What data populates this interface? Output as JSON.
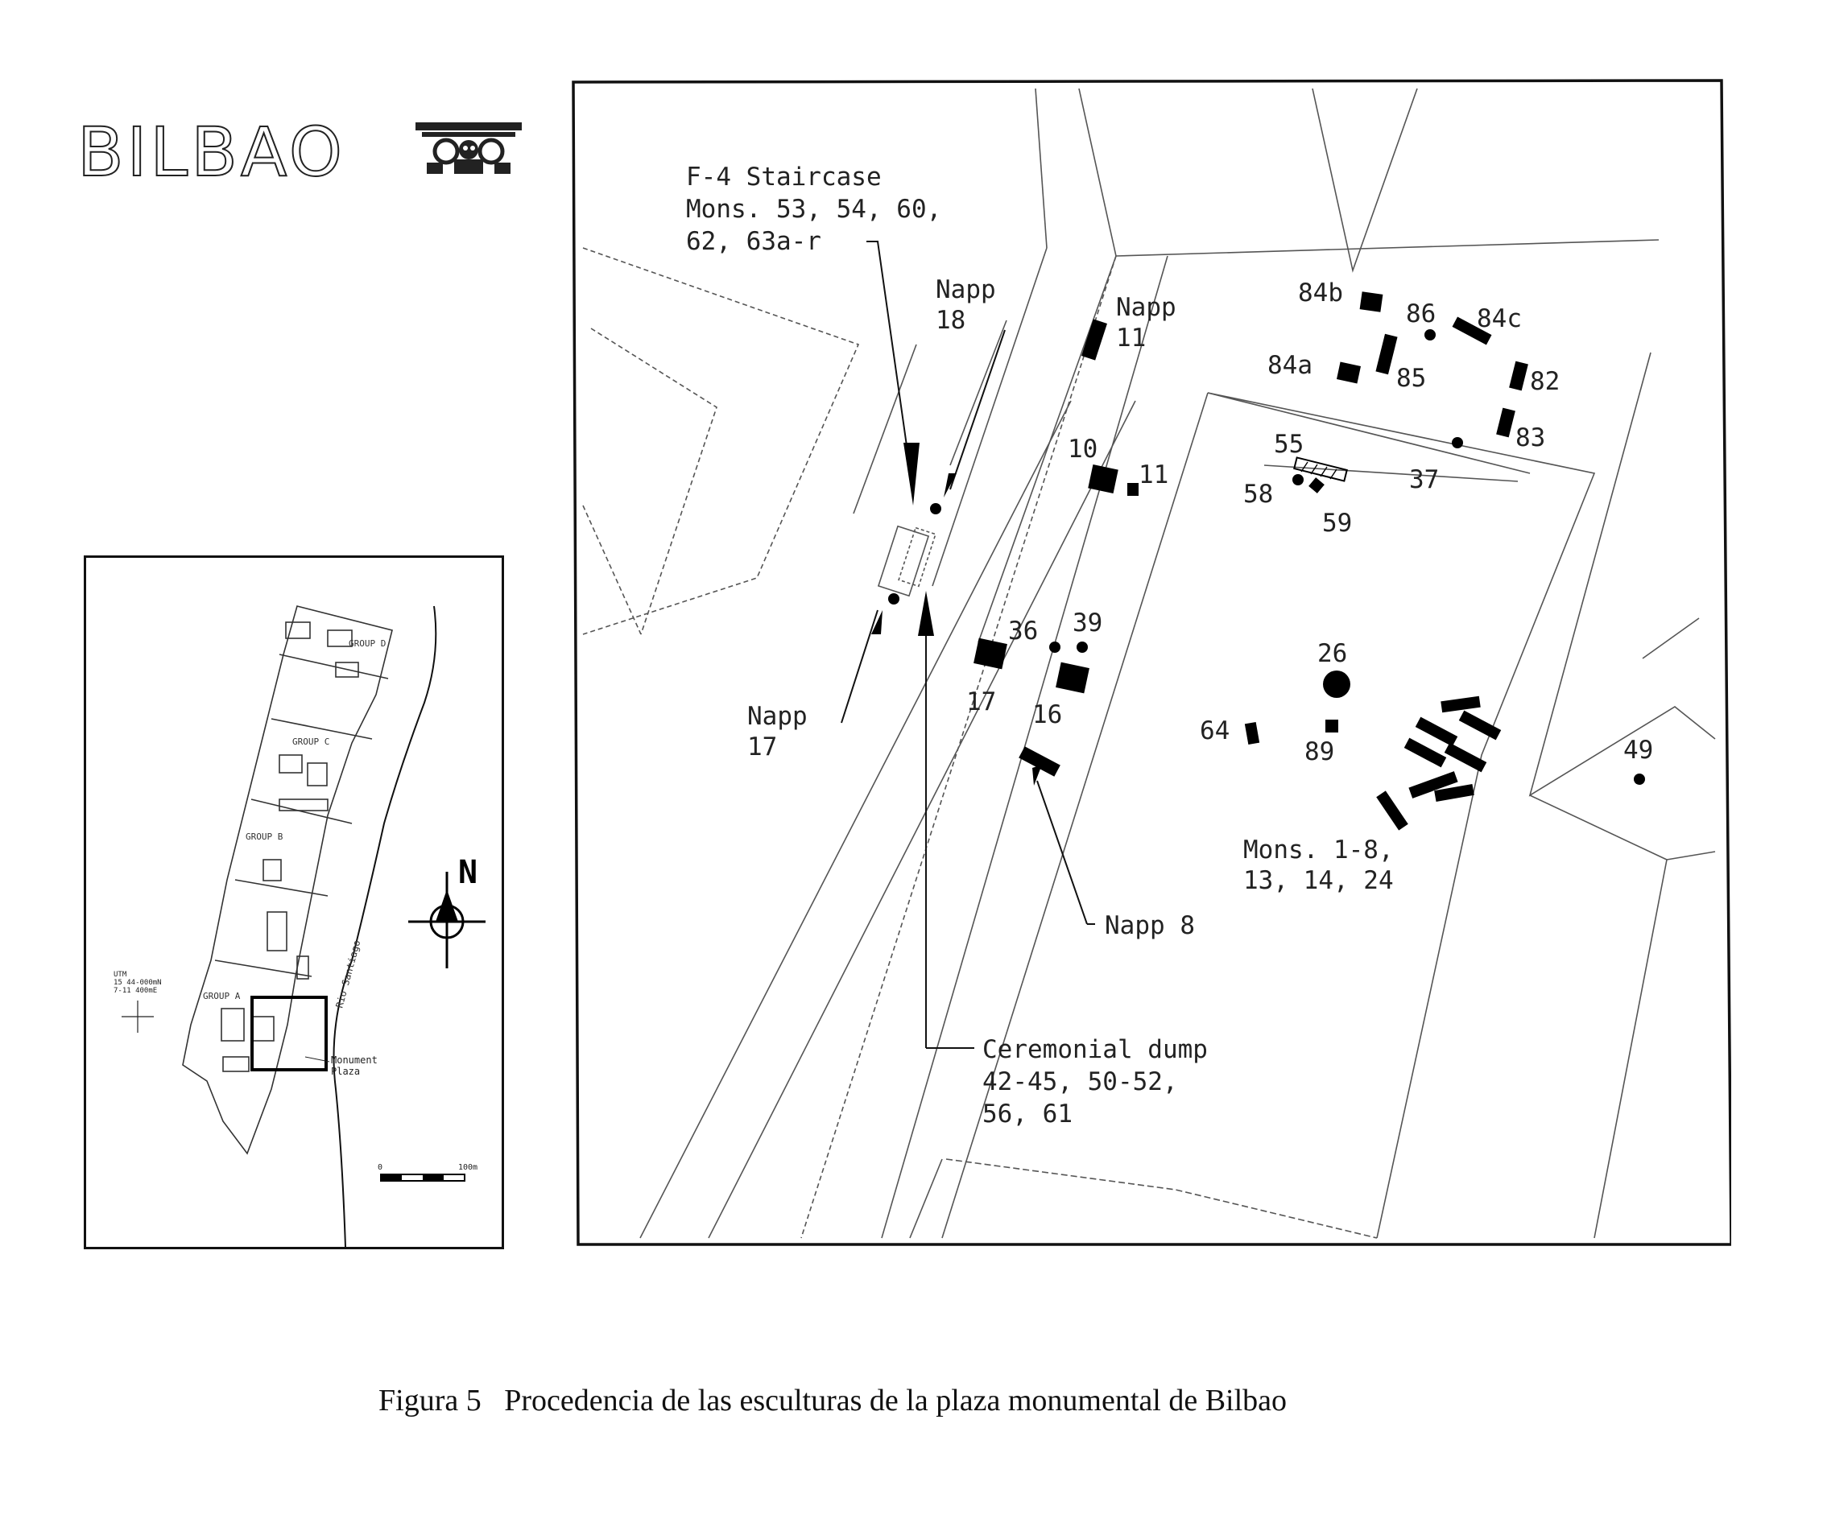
{
  "header": {
    "site_title": "BILBAO"
  },
  "inset": {
    "north": "N",
    "coords": [
      "UTM",
      "15 44-000mN",
      "7-11 400mE"
    ],
    "groups": [
      "GROUP D",
      "GROUP C",
      "GROUP B",
      "GROUP A"
    ],
    "river": "Rio Santiago",
    "box_label": [
      "Monument",
      "Plaza"
    ],
    "scale": [
      "0",
      "100m"
    ]
  },
  "map": {
    "labels": {
      "staircase": [
        "F-4 Staircase",
        "Mons. 53, 54, 60,",
        "62, 63a-r"
      ],
      "napp18": [
        "Napp",
        "18"
      ],
      "napp11": [
        "Napp",
        "11"
      ],
      "napp17": [
        "Napp",
        "17"
      ],
      "napp8": "Napp 8",
      "mons": [
        "Mons. 1-8,",
        "13, 14, 24"
      ],
      "dump": [
        "Ceremonial dump",
        "42-45, 50-52,",
        "56, 61"
      ]
    },
    "monuments": {
      "m84b": "84b",
      "m86": "86",
      "m84c": "84c",
      "m84a": "84a",
      "m85": "85",
      "m82": "82",
      "m83": "83",
      "m55": "55",
      "m37": "37",
      "m58": "58",
      "m59": "59",
      "m10": "10",
      "m11": "11",
      "m36": "36",
      "m39": "39",
      "m17": "17",
      "m16": "16",
      "m26": "26",
      "m64": "64",
      "m89": "89",
      "m49": "49"
    }
  },
  "caption": {
    "label": "Figura 5",
    "text": "Procedencia de las esculturas de la plaza monumental de Bilbao"
  }
}
